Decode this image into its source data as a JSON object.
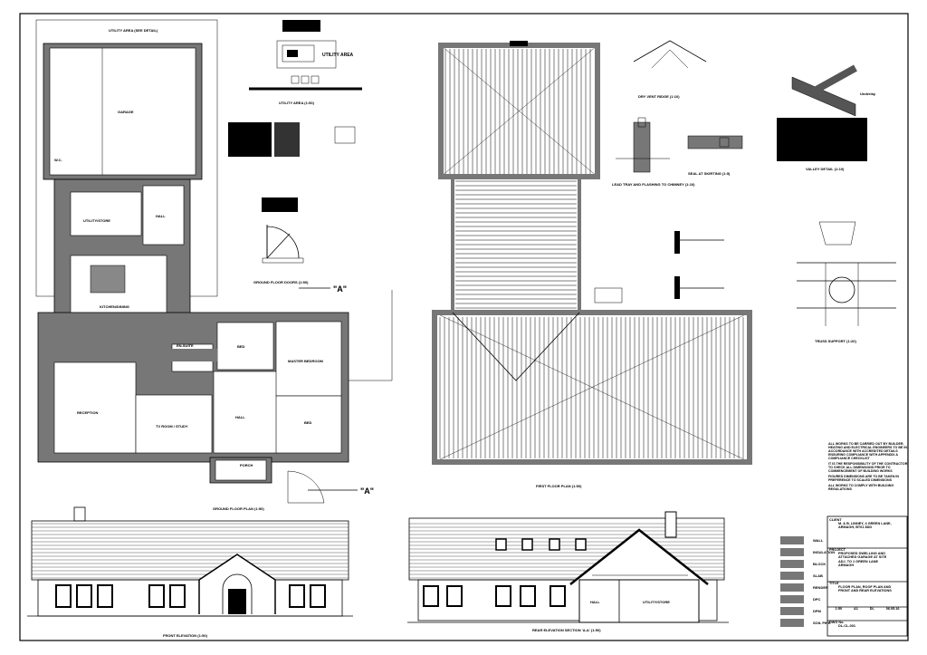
{
  "ground_floor": {
    "title": "GROUND FLOOR PLAN (1:50)",
    "utility_ref": "UTILITY AREA (SEE DETAIL)",
    "rooms": [
      "GARAGE",
      "W.C.",
      "UTILITY/STORE",
      "HALL",
      "KITCHEN/DINING",
      "EN-SUITE",
      "BED",
      "MASTER BEDROOM",
      "RECEPTION",
      "TV ROOM / STUDY",
      "HALL",
      "BED",
      "PORCH"
    ],
    "section_marker": "\"A\""
  },
  "utility_detail": {
    "heading": "UTILITY AREA",
    "title": "UTILITY AREA (1:50)"
  },
  "doors_detail": {
    "title": "GROUND FLOOR DOORS (1:50)"
  },
  "first_floor": {
    "title": "FIRST FLOOR PLAN (1:50)"
  },
  "details": {
    "dry_vent": "DRY VENT RIDGE (1:10)",
    "chimney": "LEAD TRAY AND FLASHING TO CHIMNEY (1:10)",
    "skirting": "SEAL AT SKIRTING (1:5)",
    "valley": "VALLEY DETAIL (1:10)",
    "truss": "TRUSS SUPPORT (1:20)",
    "valley_label": "Underlay"
  },
  "elevations": {
    "front_title": "FRONT ELEVATION (1:50)",
    "rear_title": "REAR ELEVATION SECTION 'A-A' (1:50)",
    "rear_rooms": [
      "HALL",
      "UTILITY/STORE"
    ]
  },
  "notes": [
    "ALL WORKS TO BE CARRIED OUT BY BUILDER, HEATING AND ELECTRICAL ENGINEERS TO BE IN ACCORDANCE WITH ACCREDITED DETAILS ENSURING COMPLIANCE WITH APPENDIX A COMPLIANCE CHECKLIST",
    "IT IS THE RESPONSIBILITY OF THE CONTRACTOR TO CHECK ALL DIMENSIONS PRIOR TO COMMENCEMENT OF BUILDING WORKS",
    "FIGURED DIMENSIONS ARE TO BE TAKEN IN PREFERENCE TO SCALED DIMENSIONS",
    "ALL WORKS TO COMPLY WITH BUILDING REGULATIONS"
  ],
  "title_block": {
    "client_label": "CLIENT",
    "client": "M. & B. LINNEY, 4 GREEN LANE, ARMAGH, BT61 8DD",
    "project_label": "PROJECT",
    "project": "PROPOSED DWELLING AND ATTACHED GARAGE AT SITE ADJ. TO 1 GREEN LANE ARMAGH",
    "title_label": "TITLE",
    "title": "FLOOR PLAN, ROOF PLAN AND FRONT AND REAR ELEVATIONS",
    "meta": [
      "1:50",
      "A1",
      "DL",
      "06.05.16"
    ],
    "drawing_label": "DWG No.",
    "drawing_no": "DL-CL-001"
  },
  "legend": [
    "WALL",
    "INSULATION",
    "BLOCK",
    "SLAB",
    "RENDER",
    "DPC",
    "DPM",
    "SOIL PIPE"
  ],
  "colors": {
    "ink": "#000000",
    "hatch": "#777777",
    "paper": "#ffffff"
  }
}
